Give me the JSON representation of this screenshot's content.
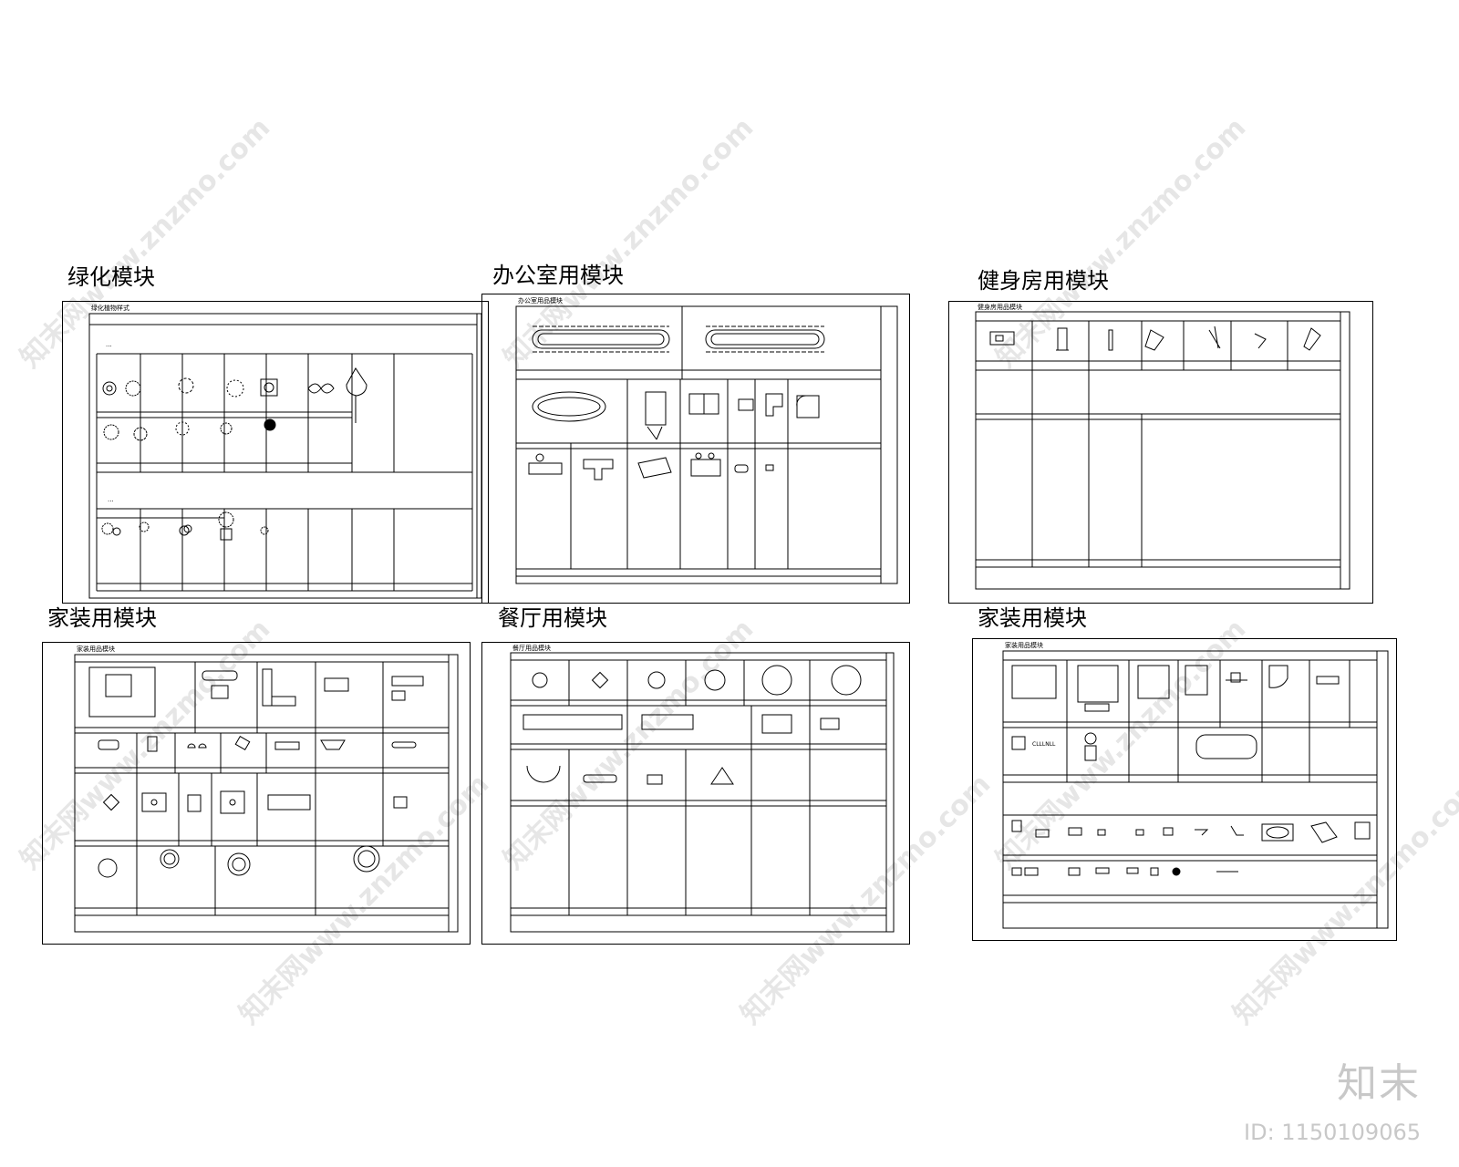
{
  "modules": [
    {
      "id": "m1",
      "title": "绿化模块"
    },
    {
      "id": "m2",
      "title": "办公室用模块"
    },
    {
      "id": "m3",
      "title": "健身房用模块"
    },
    {
      "id": "m4",
      "title": "家装用模块"
    },
    {
      "id": "m5",
      "title": "餐厅用模块"
    },
    {
      "id": "m6",
      "title": "家装用模块"
    }
  ],
  "watermark": "知末网www.znzmo.com",
  "brand": "知末",
  "id_label": "ID: 1150109065",
  "colors": {
    "line": "#000000",
    "watermark": "#e6e6e6",
    "brand": "#c8c8c8"
  }
}
